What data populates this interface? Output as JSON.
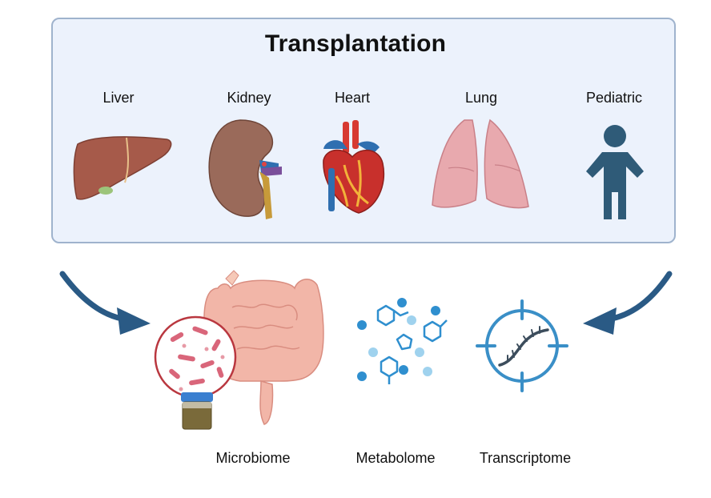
{
  "title": "Transplantation",
  "organs": [
    {
      "label": "Liver"
    },
    {
      "label": "Kidney"
    },
    {
      "label": "Heart"
    },
    {
      "label": "Lung"
    },
    {
      "label": "Pediatric"
    }
  ],
  "omics": [
    {
      "label": "Microbiome"
    },
    {
      "label": "Metabolome"
    },
    {
      "label": "Transcriptome"
    }
  ],
  "colors": {
    "panel_fill": "#ecf2fc",
    "panel_border": "#9fb3cd",
    "arrow": "#2a5a85",
    "accent_blue": "#3a8fc7",
    "liver": "#a65a4a",
    "kidney": "#9a6a5a",
    "heart": "#c8302c",
    "lung": "#e8a9ae",
    "child": "#2f5b78",
    "intestine": "#f2b6a8",
    "bacteria": "#d9667a"
  },
  "icons": [
    "liver-icon",
    "kidney-icon",
    "heart-icon",
    "lung-icon",
    "child-icon",
    "intestine-icon",
    "bacteria-magnifier-icon",
    "stool-sample-icon",
    "molecules-icon",
    "rna-target-icon",
    "arrow-left-icon",
    "arrow-right-icon"
  ]
}
